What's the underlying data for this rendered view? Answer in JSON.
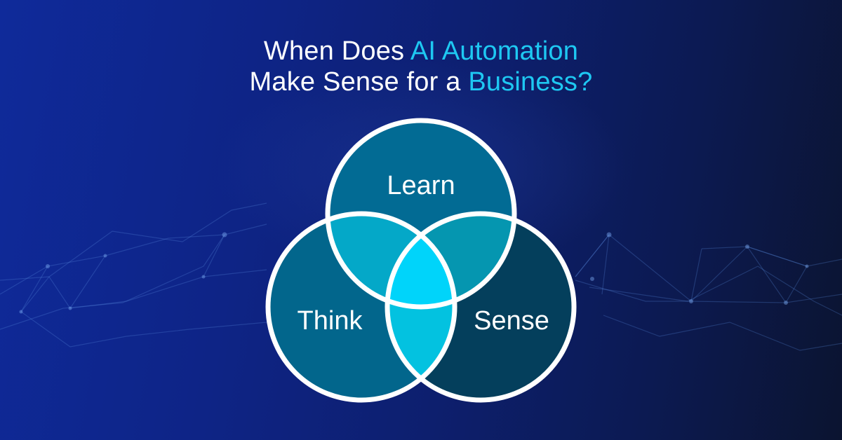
{
  "title": {
    "line1_plain": "When Does ",
    "line1_accent": "AI Automation",
    "line2_plain": "Make Sense for a ",
    "line2_accent": "Business?"
  },
  "colors": {
    "background_left": "#0f2a9a",
    "background_right": "#0b1430",
    "title_text": "#ffffff",
    "title_accent": "#1ec8f2",
    "circle_stroke": "#ffffff",
    "learn": "#026b94",
    "think": "#02668c",
    "sense": "#043f5c",
    "learn_think": "#04a8c8",
    "learn_sense": "#0596b0",
    "think_sense": "#03c2e0",
    "center": "#00d4fa"
  },
  "venn": {
    "circles": [
      {
        "id": "learn",
        "label": "Learn"
      },
      {
        "id": "think",
        "label": "Think"
      },
      {
        "id": "sense",
        "label": "Sense"
      }
    ]
  }
}
